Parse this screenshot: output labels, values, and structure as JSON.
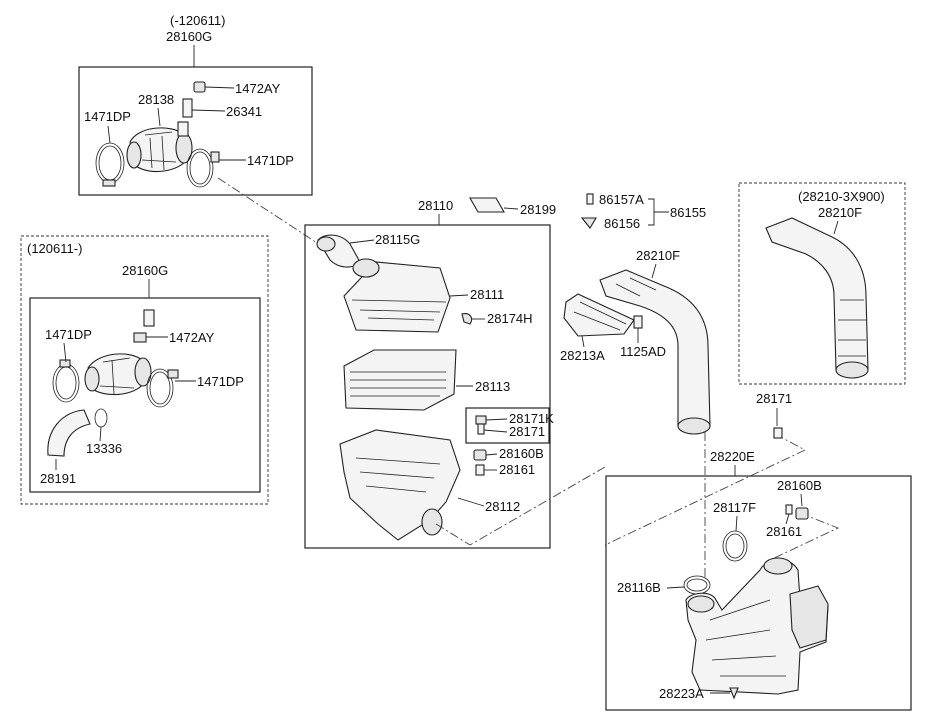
{
  "labels": {
    "mafA_note": "(-120611)",
    "mafA_group": "28160G",
    "mafA_1472AY": "1472AY",
    "mafA_28138": "28138",
    "mafA_26341": "26341",
    "mafA_1471DP_left": "1471DP",
    "mafA_1471DP_right": "1471DP",
    "mafB_note": "(120611-)",
    "mafB_group": "28160G",
    "mafB_1471DP_left": "1471DP",
    "mafB_1472AY": "1472AY",
    "mafB_1471DP_right": "1471DP",
    "mafB_13336": "13336",
    "mafB_28191": "28191",
    "cleaner_group": "28110",
    "p28199": "28199",
    "p28115G": "28115G",
    "p28111": "28111",
    "p28174H": "28174H",
    "p28113": "28113",
    "p28171K": "28171K",
    "p28171_inner": "28171",
    "p28160B_inner": "28160B",
    "p28161_inner": "28161",
    "p28112": "28112",
    "p86157A": "86157A",
    "p86156": "86156",
    "p86155": "86155",
    "p28210F_mid": "28210F",
    "p28213A": "28213A",
    "p1125AD": "1125AD",
    "alt_note": "(28210-3X900)",
    "alt_28210F": "28210F",
    "p28171_right": "28171",
    "resonator_group": "28220E",
    "p28160B_right": "28160B",
    "p28117F": "28117F",
    "p28161_right": "28161",
    "p28116B": "28116B",
    "p28223A": "28223A"
  }
}
